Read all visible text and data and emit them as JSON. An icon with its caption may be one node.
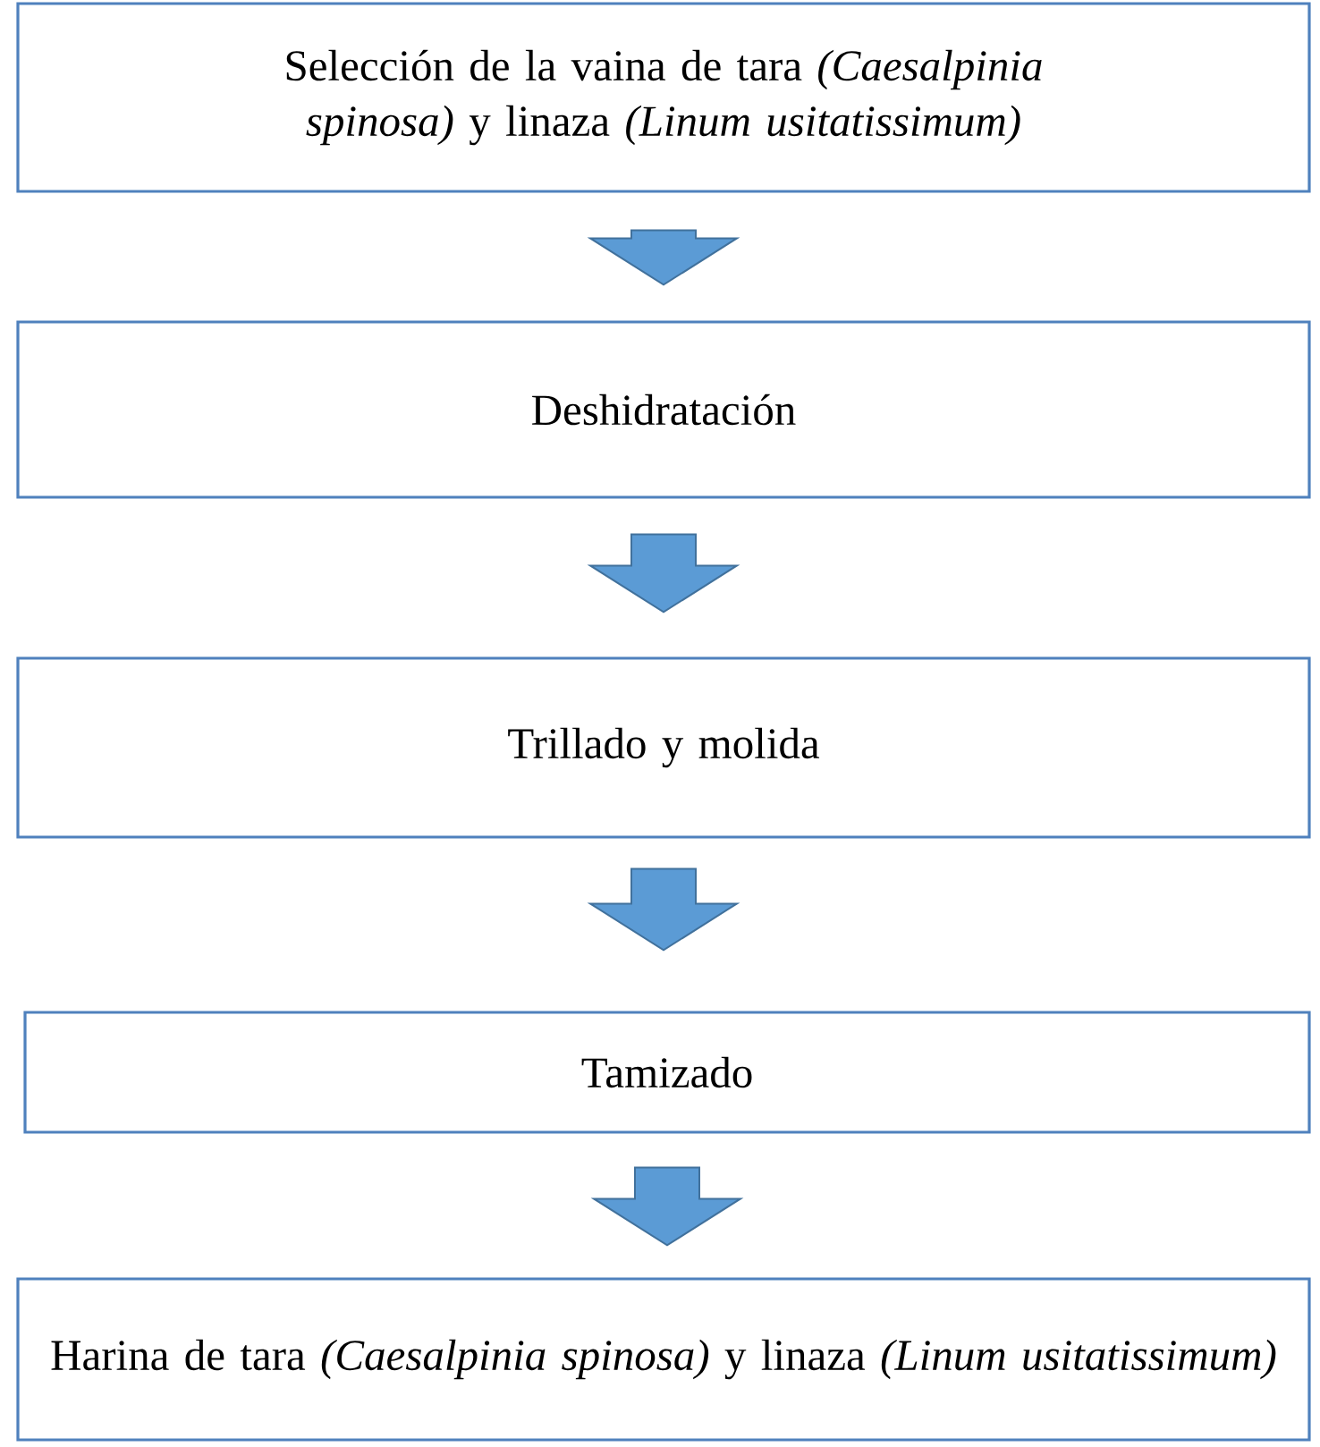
{
  "diagram": {
    "nodes": [
      {
        "text": [
          "Selección de la vaina de tara *(Caesalpinia spinosa)* y linaza *(Linum usitatissimum)*"
        ]
      },
      {
        "text": [
          "Deshidratación"
        ]
      },
      {
        "text": [
          "Trillado y molida"
        ]
      },
      {
        "text": [
          "Tamizado"
        ]
      },
      {
        "text": [
          "Harina de tara *(Caesalpinia spinosa)* y linaza *(Linum usitatissimum)*"
        ]
      }
    ],
    "edges": [
      {
        "from": 0,
        "to": 1,
        "arrow": "to"
      },
      {
        "from": 1,
        "to": 2,
        "arrow": "to"
      },
      {
        "from": 2,
        "to": 3,
        "arrow": "to"
      },
      {
        "from": 3,
        "to": 4,
        "arrow": "to"
      }
    ]
  }
}
